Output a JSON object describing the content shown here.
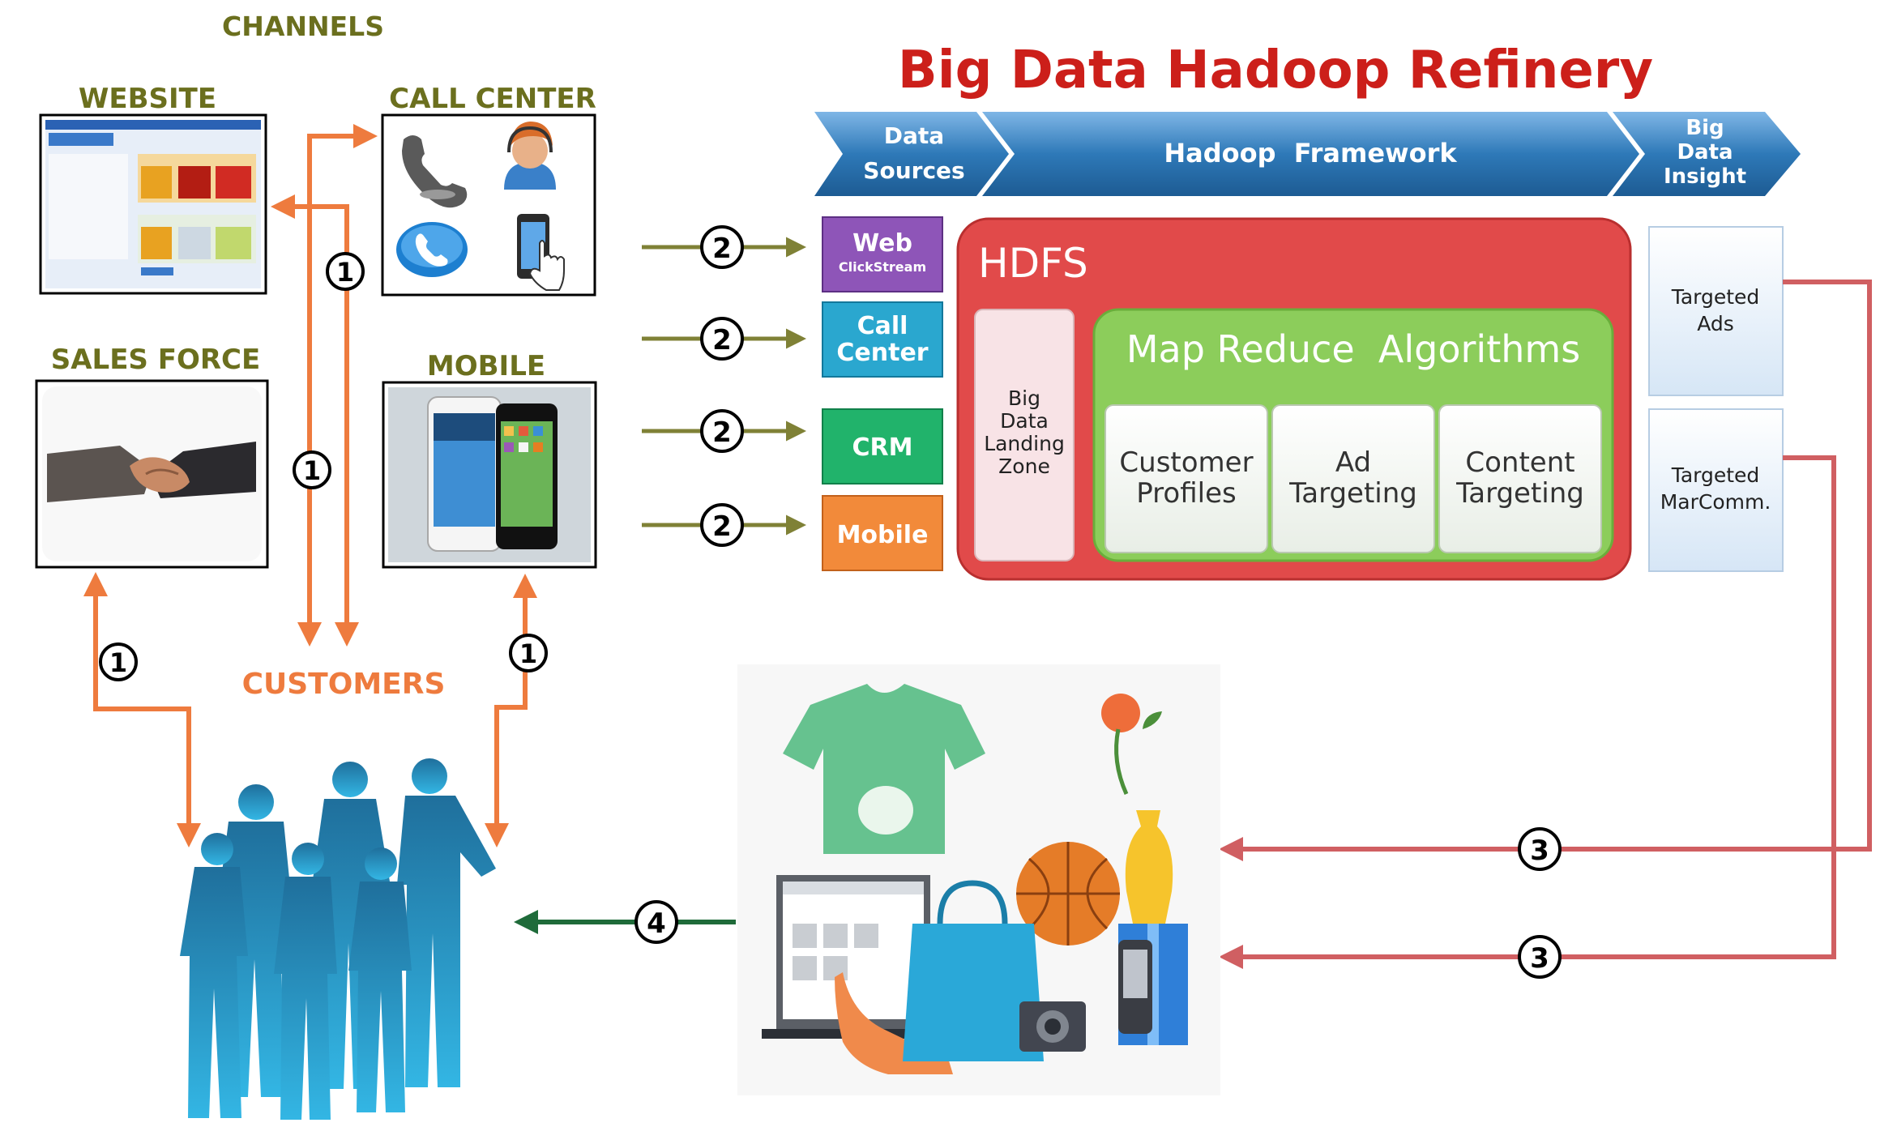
{
  "title": "Big Data Hadoop Refinery",
  "channels": {
    "heading": "CHANNELS",
    "website": "WEBSITE",
    "call_center": "CALL CENTER",
    "sales_force": "SALES FORCE",
    "mobile": "MOBILE"
  },
  "customers_label": "CUSTOMERS",
  "pipeline": {
    "data_sources": [
      "Data",
      "Sources"
    ],
    "framework": "Hadoop  Framework",
    "insight": [
      "Big",
      "Data",
      "Insight"
    ]
  },
  "sources": {
    "web_title": "Web",
    "web_sub": "ClickStream",
    "call_center": [
      "Call",
      "Center"
    ],
    "crm": "CRM",
    "mobile": "Mobile"
  },
  "hdfs": {
    "title": "HDFS",
    "landing_zone": [
      "Big",
      "Data",
      "Landing",
      "Zone"
    ],
    "map_reduce": "Map Reduce  Algorithms",
    "algorithms": [
      [
        "Customer",
        "Profiles"
      ],
      [
        "Ad",
        "Targeting"
      ],
      [
        "Content",
        "Targeting"
      ]
    ]
  },
  "insights": {
    "targeted_ads": [
      "Targeted",
      "Ads"
    ],
    "targeted_marcomm": [
      "Targeted",
      "MarComm."
    ]
  },
  "steps": {
    "one": "1",
    "two": "2",
    "three": "3",
    "four": "4"
  },
  "colors": {
    "title_red": "#cc1f1a",
    "channel_green": "#6b6f1e",
    "orange_arrow": "#ee7b3e",
    "olive_arrow": "#7f8136",
    "pink_arrow": "#d05f62",
    "green_arrow": "#1f6b3a",
    "hdfs_red": "#e14a4a",
    "map_reduce_green": "#8ccd5b",
    "chevron_blue": "#2e79b8",
    "web_purple": "#8e55b8",
    "call_cyan": "#2aa7cf",
    "crm_green": "#21b36b",
    "mobile_orange": "#f28a3a"
  },
  "icons": {
    "website_thumbnail": "website-screenshot",
    "phone": "phone-icon",
    "headset_agent": "headset-agent-icon",
    "phone_call": "phone-call-icon",
    "touch_phone": "touch-phone-icon",
    "handshake": "handshake-photo",
    "smartphones": "smartphones-photo",
    "customers": "business-people-silhouettes",
    "products": "shopping-products-illustration"
  }
}
